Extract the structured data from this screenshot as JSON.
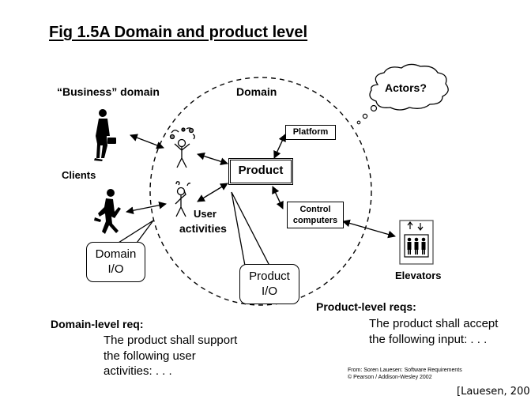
{
  "title": "Fig 1.5A   Domain and product level",
  "labels": {
    "business_domain": "“Business” domain",
    "domain": "Domain",
    "clients": "Clients",
    "user_activities_1": "User",
    "user_activities_2": "activities",
    "elevators": "Elevators",
    "actors": "Actors?"
  },
  "boxes": {
    "platform": "Platform",
    "product": "Product",
    "control_1": "Control",
    "control_2": "computers"
  },
  "callouts": {
    "domain_io_1": "Domain",
    "domain_io_2": "I/O",
    "product_io_1": "Product",
    "product_io_2": "I/O"
  },
  "domain_req": {
    "heading": "Domain-level req:",
    "lines": [
      "The product shall support",
      "the following user",
      "activities: . . ."
    ]
  },
  "product_req": {
    "heading": "Product-level reqs:",
    "lines": [
      "The product shall accept",
      "the following input: . . ."
    ]
  },
  "credit": {
    "line1": "From: Soren Lauesen: Software Requirements",
    "line2": "© Pearson / Addison-Wesley 2002"
  },
  "citation": "[Lauesen, 200",
  "icons": [
    "person-walking-briefcase-icon",
    "person-running-icon",
    "user-juggling-icon",
    "user-thinking-icon",
    "elevator-icon",
    "thought-cloud-icon"
  ]
}
